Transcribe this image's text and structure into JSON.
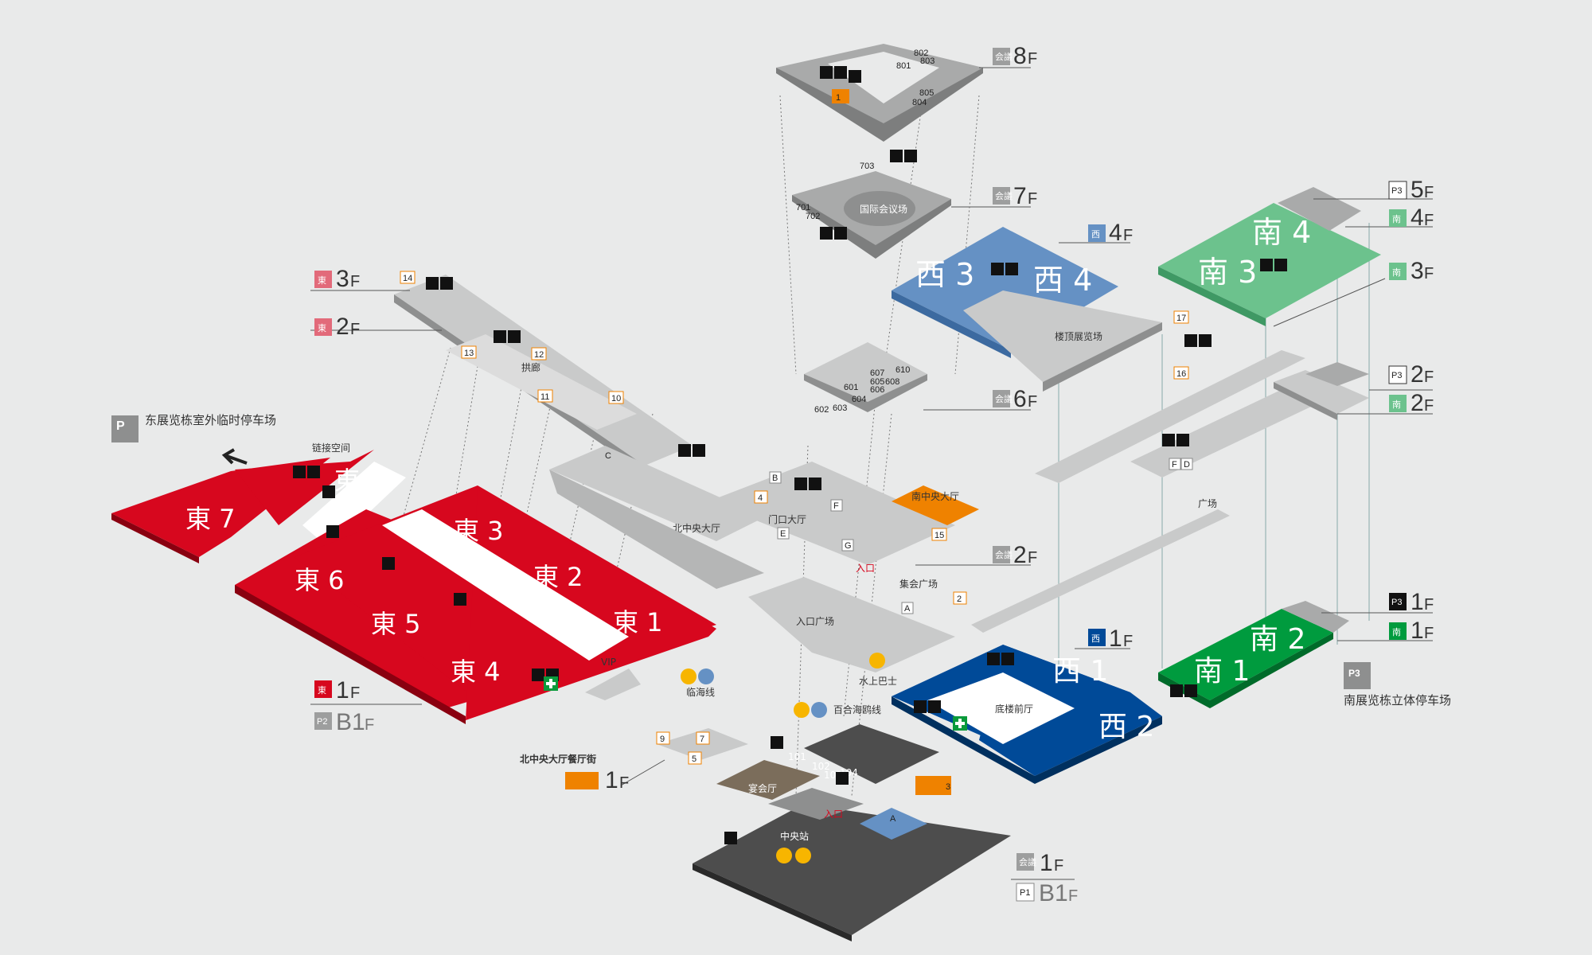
{
  "legend": {
    "east_parking": "东展览栋室外临时停车场",
    "south_parking": "南展览栋立体停车场",
    "link_space": "链接空间",
    "restaurant_street": "北中央大厅餐厅街",
    "parking_icon": "P"
  },
  "floor_tags": {
    "east_3f": "3",
    "east_2f": "2",
    "east_1f": "1",
    "east_b1f": "B1",
    "p2": "P2",
    "conf_8f": "8",
    "conf_7f": "7",
    "conf_6f": "6",
    "conf_2f": "2",
    "conf_1f": "1",
    "conf_b1f": "B1",
    "p1": "P1",
    "west_4f": "4",
    "west_1f": "1",
    "south_5f": "5",
    "south_4f": "4",
    "south_3f": "3",
    "south_2f": "2",
    "south_2f_p3": "2",
    "south_1f": "1",
    "south_1f_p3": "1",
    "p3": "P3",
    "f_suffix": "F",
    "rest_1f": "1"
  },
  "badges": {
    "east": "東",
    "west": "西",
    "south": "南",
    "conf": "会議"
  },
  "halls": {
    "east1": "東 1",
    "east2": "東 2",
    "east3": "東 3",
    "east4": "東 4",
    "east5": "東 5",
    "east6": "東 6",
    "east7": "東 7",
    "east8": "東 8",
    "west1": "西 1",
    "west2": "西 2",
    "west3": "西 3",
    "west4": "西 4",
    "south1": "南 1",
    "south2": "南 2",
    "south3": "南 3",
    "south4": "南 4"
  },
  "areas": {
    "international_conf": "国际会议场",
    "rooftop_hall": "楼顶展览场",
    "north_hall": "北中央大厅",
    "gate_hall": "门口大厅",
    "south_hall": "南中央大厅",
    "assembly_plaza": "集会广场",
    "entrance_plaza": "入口广场",
    "entrance": "入口",
    "entrance2": "入口",
    "water_bus": "水上巴士",
    "rinkai_line": "临海线",
    "yurikamome_line": "百合海鸥线",
    "atrium": "底楼前厅",
    "plaza": "广场",
    "arcade": "拱廊",
    "banquet": "宴会厅",
    "central_station": "中央站",
    "vip": "VIP"
  },
  "numbers": {
    "r1": "1",
    "r2": "2",
    "r3": "3",
    "r4": "4",
    "r5": "5",
    "r7": "7",
    "r9": "9",
    "r10": "10",
    "r11": "11",
    "r12": "12",
    "r13": "13",
    "r14": "14",
    "r15": "15",
    "r16": "16",
    "r17": "17",
    "rB": "B",
    "rC": "C",
    "rE": "E",
    "rF": "F",
    "rG": "G",
    "rA": "A",
    "rD": "D",
    "m801": "801",
    "m802": "802",
    "m803": "803",
    "m804": "804",
    "m805": "805",
    "m701": "701",
    "m702": "702",
    "m703": "703",
    "m601": "601",
    "m602": "602",
    "m603": "603",
    "m604": "604",
    "m605": "605",
    "m606": "606",
    "m607": "607",
    "m608": "608",
    "m610": "610",
    "m101": "101",
    "m102": "102",
    "m103": "103",
    "m104": "104"
  },
  "colors": {
    "east": "#d7071e",
    "west_upper": "#6591c4",
    "west_lower": "#004a98",
    "south_upper": "#6cc28d",
    "south_lower": "#009b3e",
    "gray_floor": "#c9caca",
    "dark_floor": "#4d4d4d",
    "accent_orange": "#ef8200"
  }
}
